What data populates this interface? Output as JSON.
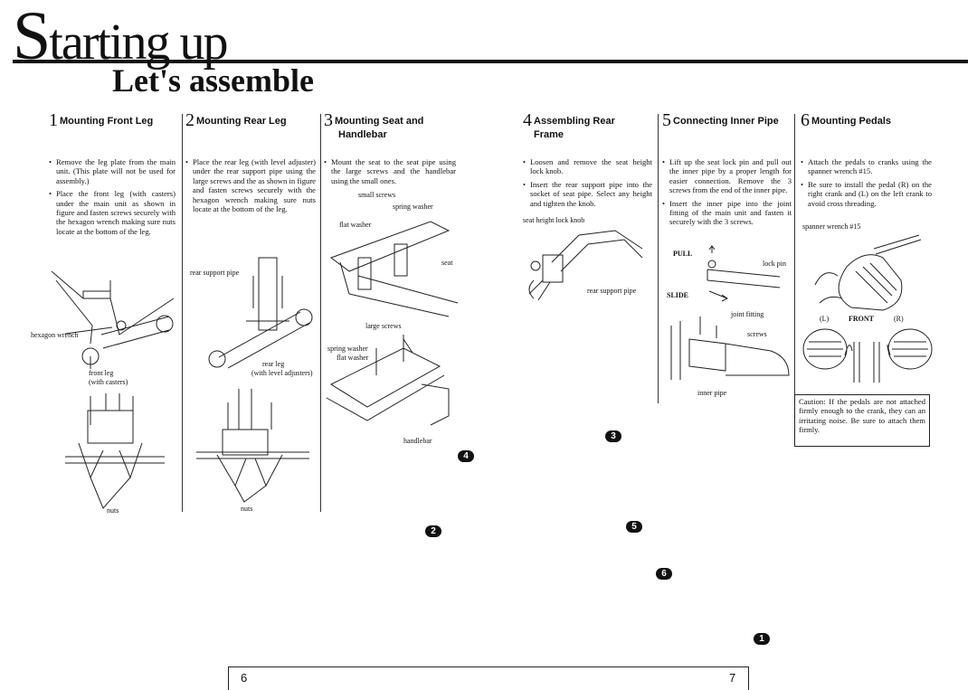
{
  "title": {
    "first_letter": "S",
    "rest": "tarting up"
  },
  "subtitle": "Let's assemble",
  "steps": [
    {
      "num": "1",
      "title": "Mounting Front Leg",
      "bullets": [
        "Remove the leg plate from the main unit. (This plate will not be used for assembly.)",
        "Place the front leg (with casters) under the main unit as shown in figure and fasten screws securely with the hexagon wrench making sure nuts locate at the bottom of the leg."
      ],
      "labels": {
        "hexagon_wrench": "hexagon wrench",
        "front_leg": "front leg",
        "with_casters": "(with casters)",
        "nuts": "nuts"
      }
    },
    {
      "num": "2",
      "title": "Mounting Rear Leg",
      "bullets": [
        "Place the rear leg (with level adjuster) under the rear support pipe using the large screws and the as shown in figure and fasten screws securely with the hexagon wrench making sure nuts locate at the bottom of the leg."
      ],
      "labels": {
        "rear_support_pipe": "rear support pipe",
        "rear_leg": "rear leg",
        "with_level_adjusters": "(with level adjusters)",
        "nuts": "nuts"
      }
    },
    {
      "num": "3",
      "title_line1": "Mounting Seat and",
      "title_line2": "Handlebar",
      "bullets": [
        "Mount the seat to the seat pipe using the large screws and the handlebar using the small ones."
      ],
      "labels": {
        "small_screws": "small screws",
        "spring_washer": "spring washer",
        "flat_washer": "flat washer",
        "seat": "seat",
        "large_screws": "large screws",
        "spring_washer2": "spring washer",
        "flat_washer2": "flat washer",
        "handlebar": "handlebar"
      }
    },
    {
      "num": "4",
      "title_line1": "Assembling Rear",
      "title_line2": "Frame",
      "bullets": [
        "Loosen and remove the seat height lock knob.",
        "Insert the rear support pipe into the socket of seat pipe. Select any height and tighten the knob."
      ],
      "labels": {
        "seat_height_lock_knob": "seat height lock knob",
        "rear_support_pipe": "rear support pipe"
      }
    },
    {
      "num": "5",
      "title": "Connecting Inner Pipe",
      "bullets": [
        "Lift up the seat lock pin and pull out the inner pipe by a proper length for easier connection. Remove the 3 screws from the end of the inner pipe.",
        "Insert the inner pipe into the joint fitting of the main unit and fasten it securely with the 3 screws."
      ],
      "labels": {
        "pull": "PULL",
        "lock_pin": "lock pin",
        "slide": "SLIDE",
        "joint_fitting": "joint fitting",
        "screws": "screws",
        "inner_pipe": "inner pipe"
      }
    },
    {
      "num": "6",
      "title": "Mounting Pedals",
      "bullets": [
        "Attach the pedals to cranks using the spanner wrench #15.",
        "Be sure to install the pedal (R) on the right crank and (L) on the left crank to avoid cross threading."
      ],
      "labels": {
        "spanner_wrench": "spanner wrench #15",
        "l": "(L)",
        "front": "FRONT",
        "r": "(R)"
      },
      "caution": "Caution:   If the pedals are not attached firmly enough to the crank, they can an irritating noise. Be sure to attach them firmly."
    }
  ],
  "badges": [
    "4",
    "3",
    "2",
    "5",
    "6",
    "1"
  ],
  "footer": {
    "left_page": "6",
    "right_page": "7"
  }
}
